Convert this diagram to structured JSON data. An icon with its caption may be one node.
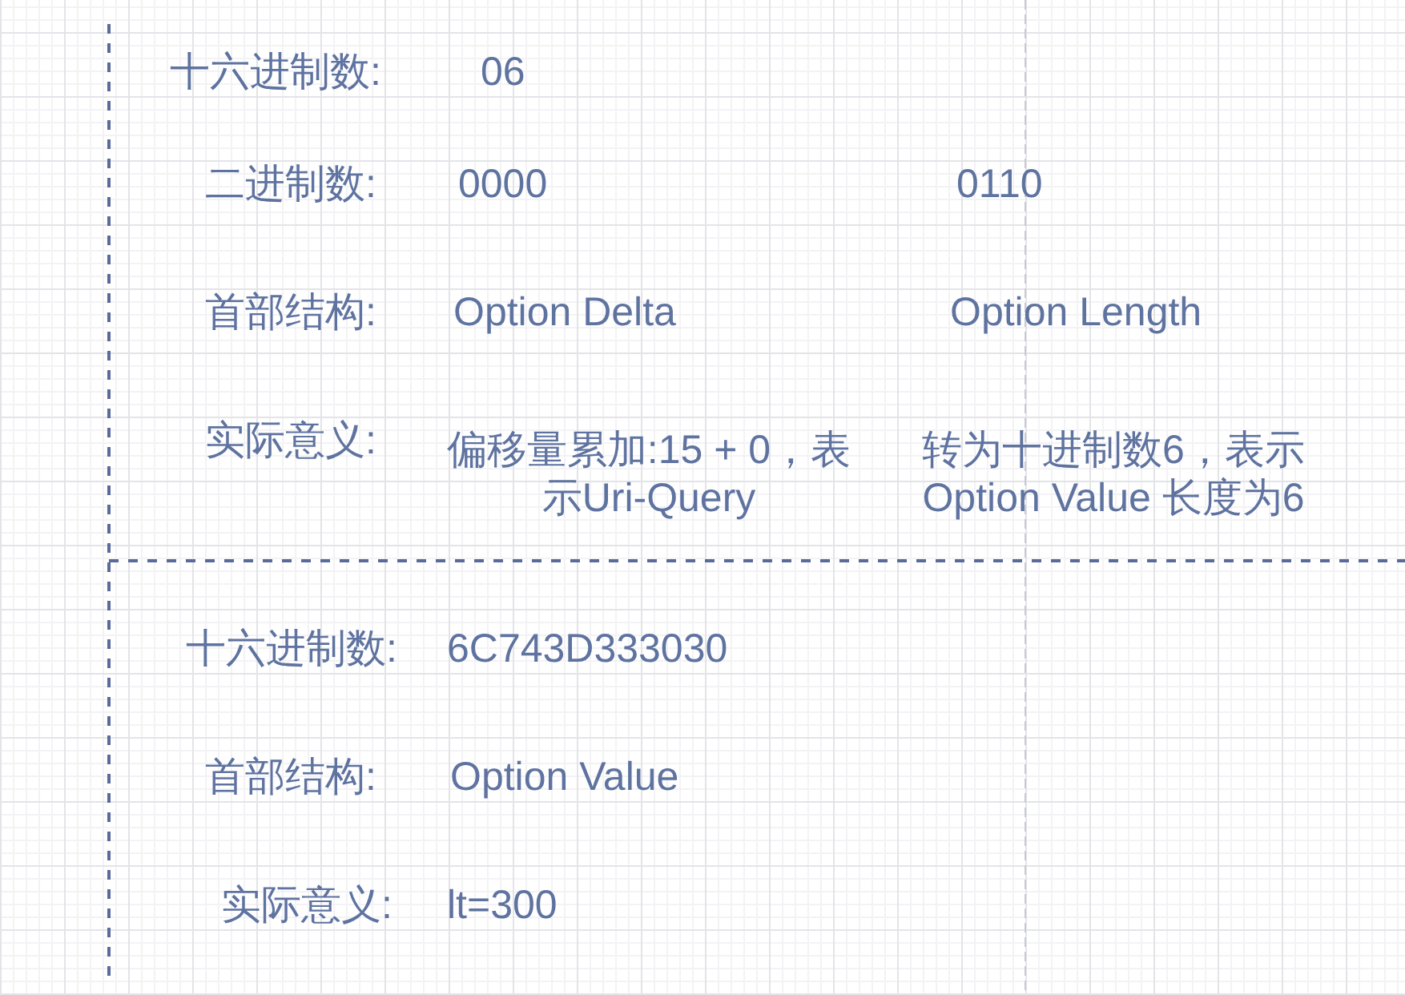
{
  "diagram": {
    "labels": [
      "十六进制数:",
      "06",
      "二进制数:",
      "0000",
      "0110",
      "首部结构:",
      "Option Delta",
      "Option Length",
      "实际意义:",
      "偏移量累加:15 + 0，表示Uri-Query",
      "转为十进制数6，表示Option Value 长度为6",
      "十六进制数:",
      "6C743D333030",
      "首部结构:",
      "Option Value",
      "实际意义:",
      "lt=300"
    ]
  }
}
